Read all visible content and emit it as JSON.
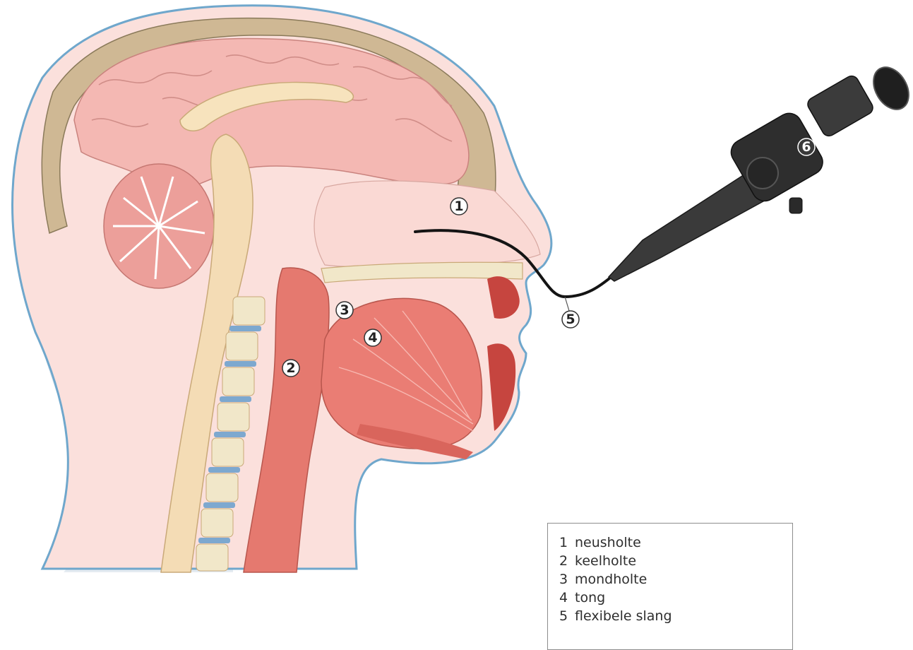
{
  "markers": [
    {
      "num": "1",
      "label": "neusholte"
    },
    {
      "num": "2",
      "label": "keelholte"
    },
    {
      "num": "3",
      "label": "mondholte"
    },
    {
      "num": "4",
      "label": "tong"
    },
    {
      "num": "5",
      "label": "flexibele slang"
    },
    {
      "num": "6"
    }
  ],
  "legend": [
    {
      "num": "1",
      "label": "neusholte"
    },
    {
      "num": "2",
      "label": "keelholte"
    },
    {
      "num": "3",
      "label": "mondholte"
    },
    {
      "num": "4",
      "label": "tong"
    },
    {
      "num": "5",
      "label": "flexibele slang"
    }
  ],
  "colors": {
    "skin_outline": "#6fa7cc",
    "neck_tissue": "#dde6ee",
    "skull_bone": "#cfb894",
    "brain": "#f4b8b3",
    "cerebellum": "#ec9f9a",
    "brainstem": "#f4dcb5",
    "nasal_cavity": "#fad9d4",
    "throat": "#e5796f",
    "tongue": "#ea7d74",
    "vertebra_disc": "#7da8cf",
    "scope_body": "#3a3a3a",
    "marker_fill_light": "#ffffff",
    "marker_fill_dark": "#3a3a3a"
  }
}
